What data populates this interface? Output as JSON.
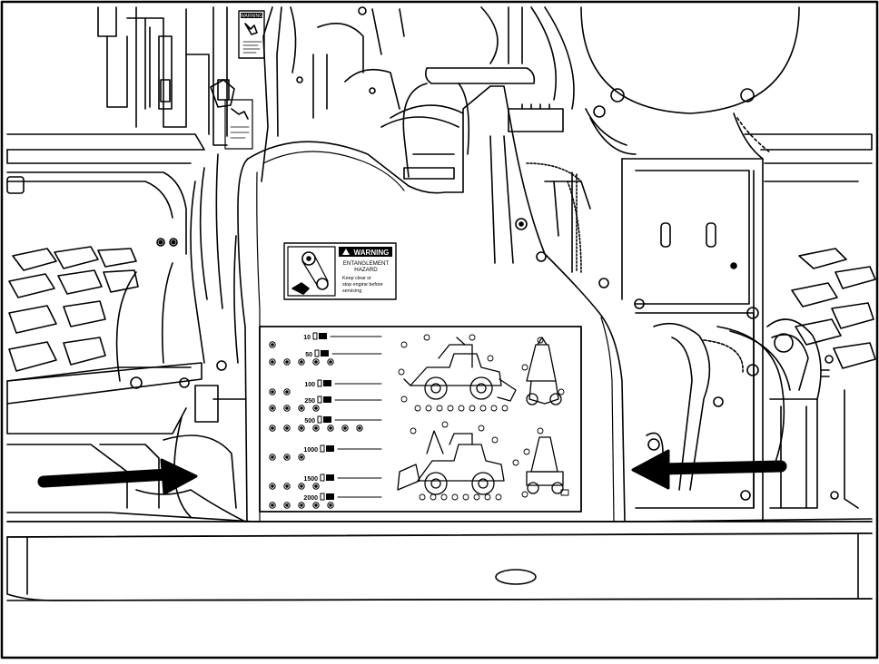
{
  "figure": {
    "line_color": "#000000",
    "paper_color": "#ffffff"
  },
  "top_warning_decal": {
    "heading": "WARNING"
  },
  "entanglement_decal": {
    "heading": "WARNING",
    "hazard_line1": "ENTANGLEMENT",
    "hazard_line2": "HAZARD",
    "instruction_line1": "Keep clear or",
    "instruction_line2": "stop engine before",
    "instruction_line3": "servicing"
  },
  "service_chart": {
    "intervals": [
      "10",
      "50",
      "100",
      "250",
      "500",
      "1000",
      "1500",
      "2000"
    ]
  },
  "arrows": {
    "left": {
      "direction": "right"
    },
    "right": {
      "direction": "left"
    }
  }
}
